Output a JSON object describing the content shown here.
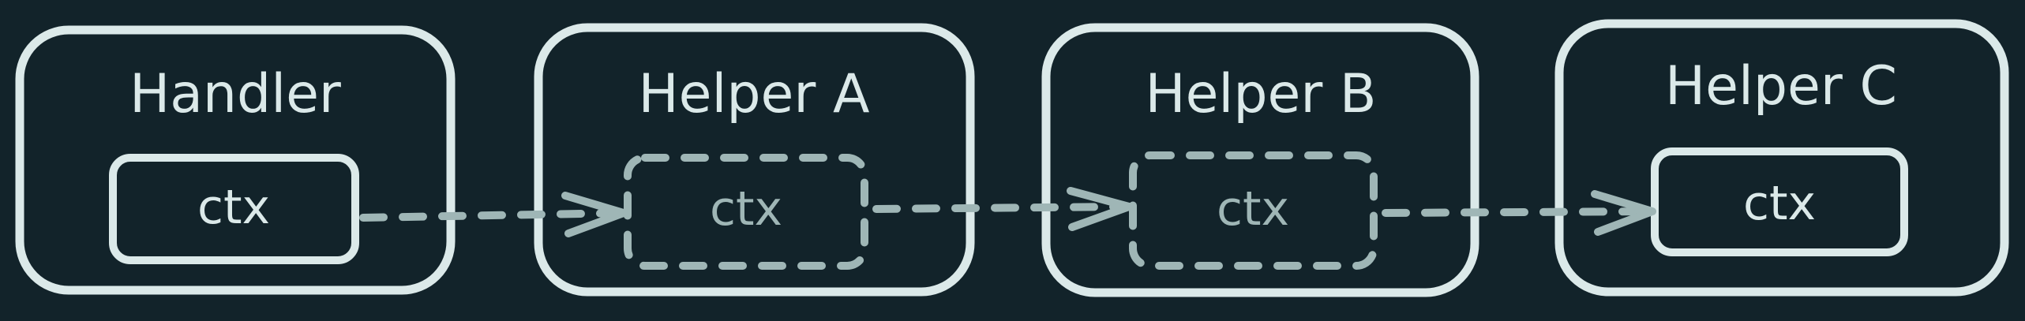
{
  "diagram": {
    "nodes": [
      {
        "title": "Handler",
        "ctx_label": "ctx",
        "ctx_style": "solid"
      },
      {
        "title": "Helper A",
        "ctx_label": "ctx",
        "ctx_style": "dashed"
      },
      {
        "title": "Helper B",
        "ctx_label": "ctx",
        "ctx_style": "dashed"
      },
      {
        "title": "Helper C",
        "ctx_label": "ctx",
        "ctx_style": "solid"
      }
    ],
    "edges": [
      {
        "from": 0,
        "to": 1,
        "style": "dashed"
      },
      {
        "from": 1,
        "to": 2,
        "style": "dashed"
      },
      {
        "from": 2,
        "to": 3,
        "style": "dashed"
      }
    ],
    "colors": {
      "background": "#12232a",
      "stroke": "#dbe9e9",
      "dashed_stroke": "#9fb6b6"
    }
  }
}
